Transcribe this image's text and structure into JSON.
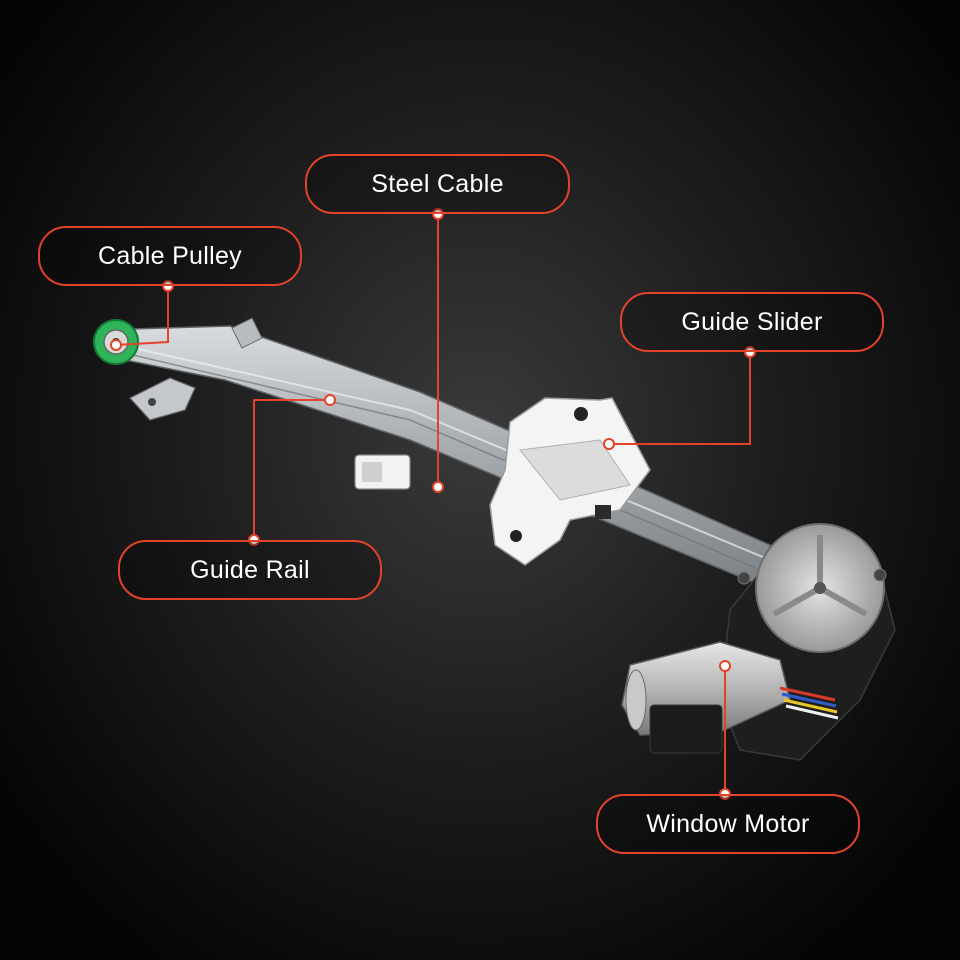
{
  "callouts": {
    "steel_cable": "Steel Cable",
    "cable_pulley": "Cable Pulley",
    "guide_slider": "Guide Slider",
    "guide_rail": "Guide Rail",
    "window_motor": "Window Motor"
  },
  "colors": {
    "accent": "#e2432a",
    "background": "#111111",
    "label_text": "#ffffff"
  }
}
